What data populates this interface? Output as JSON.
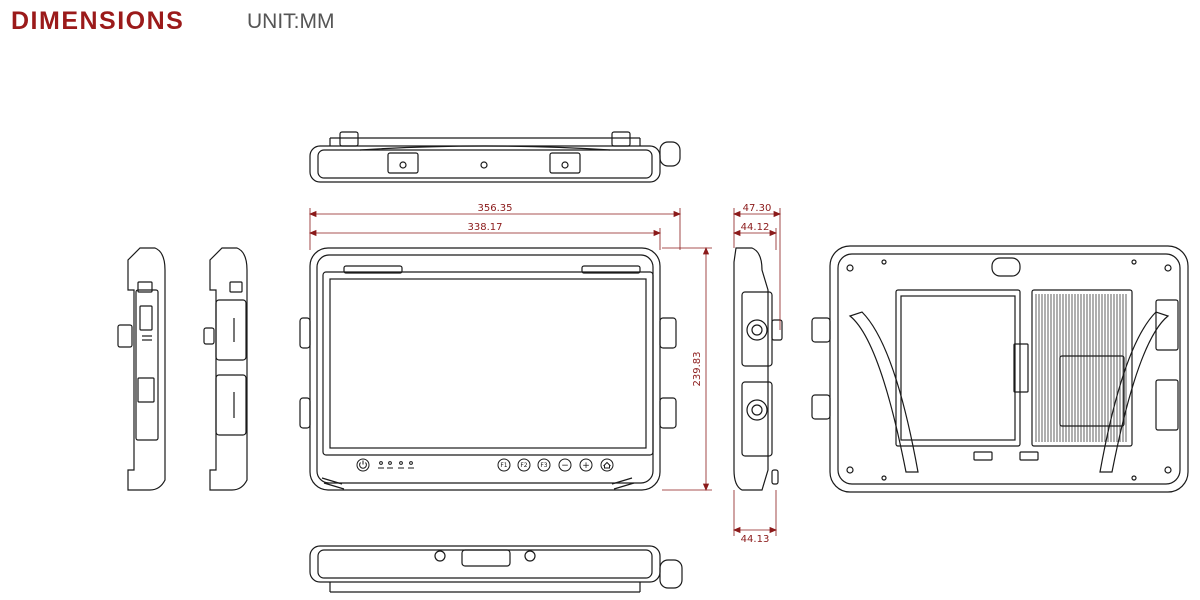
{
  "header": {
    "title": "DIMENSIONS",
    "unit_label": "UNIT:MM"
  },
  "colors": {
    "title": "#9b1a1a",
    "dimension": "#8b1a1a",
    "outline": "#1a1a1a"
  },
  "dimensions": {
    "overall_width": "356.35",
    "screen_width": "338.17",
    "overall_height": "239.83",
    "depth_handle": "47.30",
    "depth_body": "44.12",
    "depth_bottom": "44.13"
  },
  "front_buttons": {
    "power": "power-icon",
    "f1": "F1",
    "f2": "F2",
    "f3": "F3",
    "minus": "−",
    "plus": "+",
    "home": "home-icon"
  }
}
